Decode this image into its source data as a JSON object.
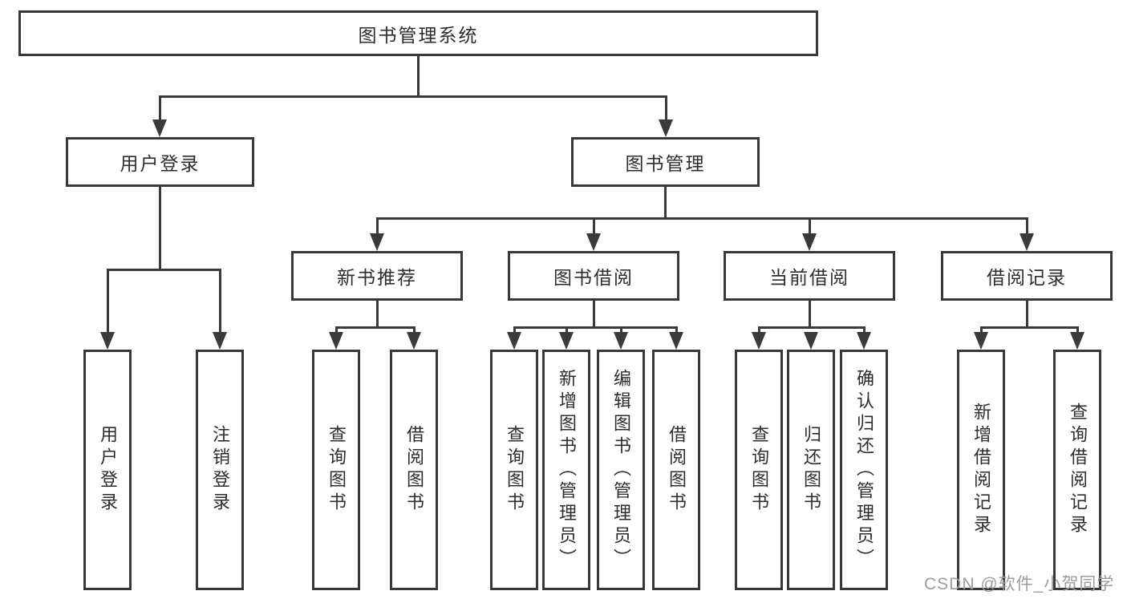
{
  "tree": {
    "root": {
      "label": "图书管理系统",
      "children": [
        {
          "label": "用户登录",
          "children": [
            {
              "label": "用户登录"
            },
            {
              "label": "注销登录"
            }
          ]
        },
        {
          "label": "图书管理",
          "children": [
            {
              "label": "新书推荐",
              "children": [
                {
                  "label": "查询图书"
                },
                {
                  "label": "借阅图书"
                }
              ]
            },
            {
              "label": "图书借阅",
              "children": [
                {
                  "label": "查询图书"
                },
                {
                  "label": "新增图书（管理员）"
                },
                {
                  "label": "编辑图书（管理员）"
                },
                {
                  "label": "借阅图书"
                }
              ]
            },
            {
              "label": "当前借阅",
              "children": [
                {
                  "label": "查询图书"
                },
                {
                  "label": "归还图书"
                },
                {
                  "label": "确认归还（管理员）"
                }
              ]
            },
            {
              "label": "借阅记录",
              "children": [
                {
                  "label": "新增借阅记录"
                },
                {
                  "label": "查询借阅记录"
                }
              ]
            }
          ]
        }
      ]
    }
  },
  "watermark": "CSDN @软件_小贺同学",
  "colors": {
    "line": "#3a3a3a",
    "box_border": "#383838",
    "text": "#2d2d2d",
    "background": "#ffffff",
    "watermark": "#9d9d9d"
  }
}
